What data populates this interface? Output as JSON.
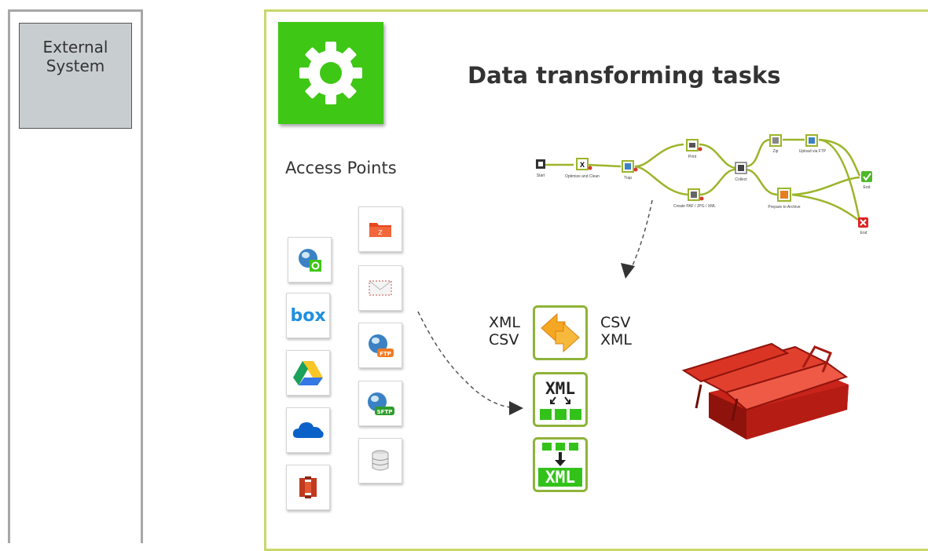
{
  "external_system": {
    "line1": "External",
    "line2": "System"
  },
  "header": {
    "title": "Data transforming tasks"
  },
  "access_points": {
    "title": "Access Points"
  },
  "transform": {
    "left_formats": {
      "line1": "XML",
      "line2": "CSV"
    },
    "right_formats": {
      "line1": "CSV",
      "line2": "XML"
    },
    "xml_split_label": "XML",
    "xml_merge_label": "XML"
  },
  "workflow": {
    "nodes": {
      "start": "Start",
      "optimize": "Optimize and Clean",
      "trap": "Trap",
      "print": "Print",
      "create": "Create PAF / JPG / XML",
      "collect": "Collect",
      "zip": "Zip",
      "upload": "Upload via FTP",
      "archive": "Prepare to Archive",
      "end_ok": "End",
      "end_err": "End"
    }
  },
  "icons": {
    "gear": "gear-icon",
    "web_settings": "globe-settings-icon",
    "box": "box-logo",
    "drive": "google-drive-icon",
    "onedrive": "onedrive-cloud-icon",
    "s3": "amazon-s3-icon",
    "folder": "zip-folder-icon",
    "mail": "mail-envelope-icon",
    "ftp": "globe-ftp-icon",
    "sftp": "globe-sftp-icon",
    "database": "database-icon",
    "toolbox": "red-toolbox-image"
  },
  "colors": {
    "accent_green": "#3ec714",
    "frame_green": "#c8d86a",
    "flow_green": "#9bb52a",
    "xml_green": "#33c21a"
  }
}
